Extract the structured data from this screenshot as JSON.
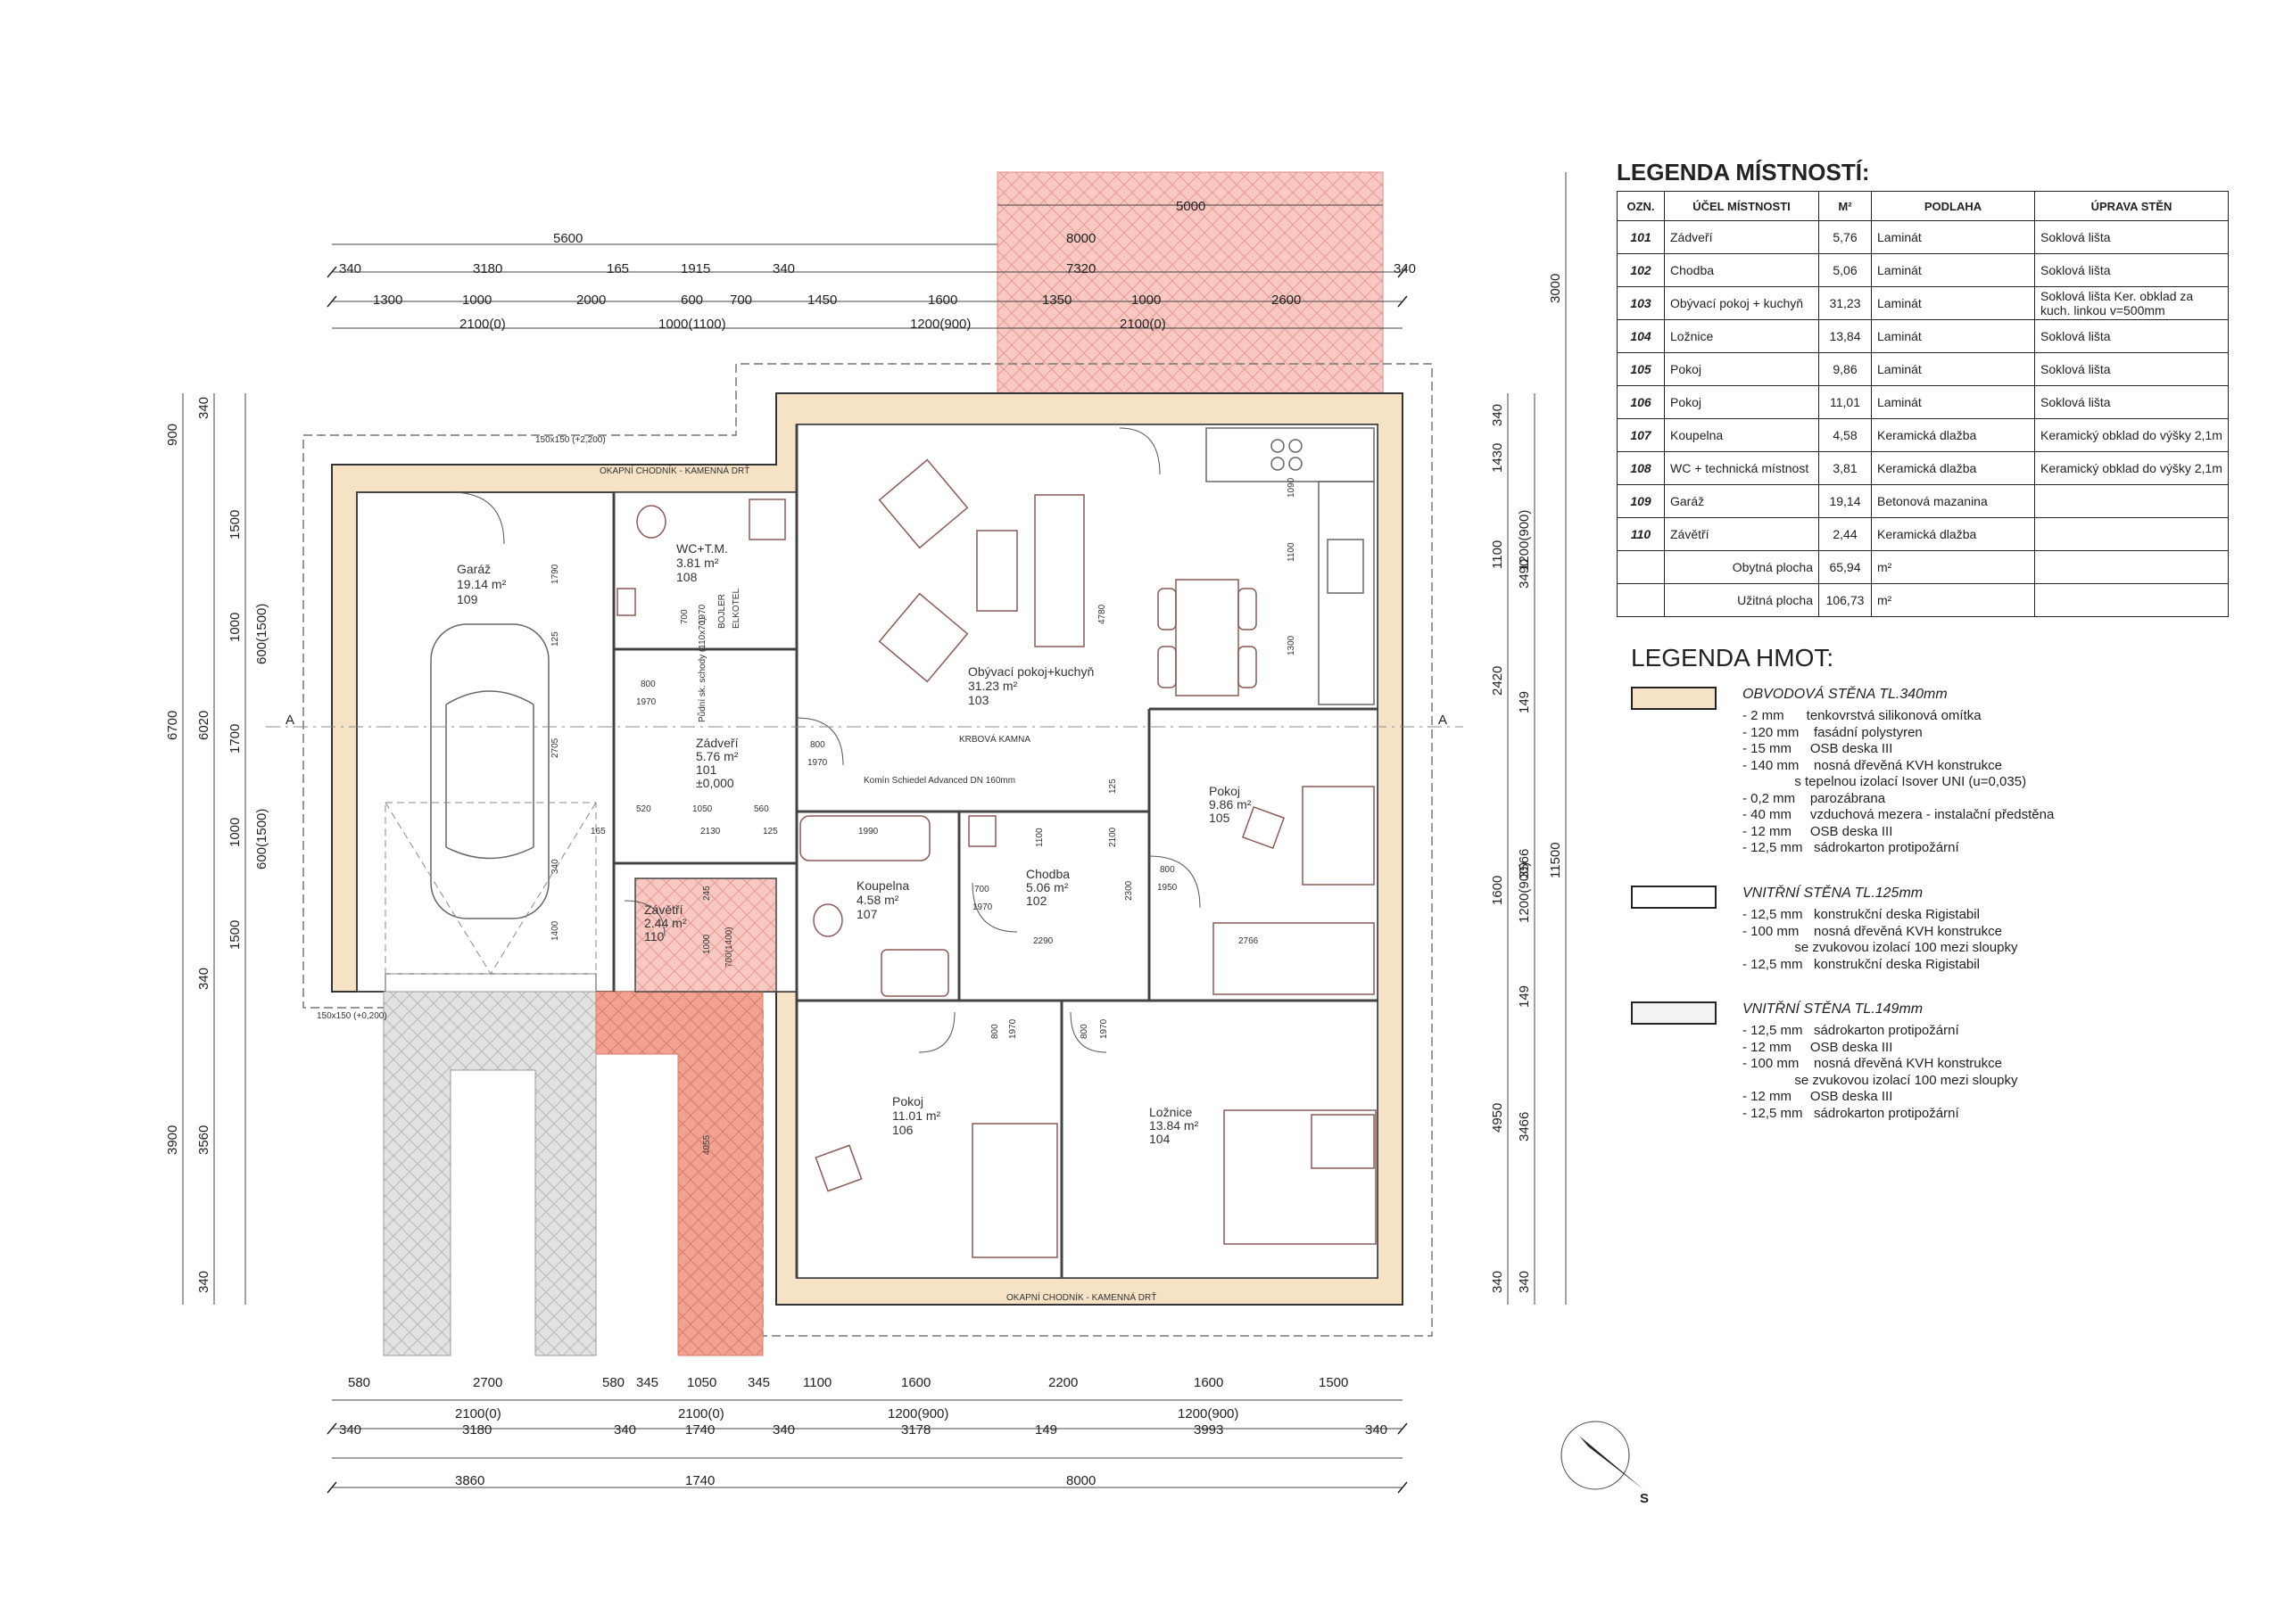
{
  "legend_rooms": {
    "title": "LEGENDA MÍSTNOSTÍ:",
    "headers": {
      "ozn": "OZN.",
      "ucel": "ÚČEL MÍSTNOSTI",
      "m2": "M²",
      "podlaha": "PODLAHA",
      "uprava": "ÚPRAVA STĚN"
    },
    "rows": [
      {
        "ozn": "101",
        "ucel": "Zádveří",
        "m2": "5,76",
        "podlaha": "Laminát",
        "uprava": "Soklová lišta"
      },
      {
        "ozn": "102",
        "ucel": "Chodba",
        "m2": "5,06",
        "podlaha": "Laminát",
        "uprava": "Soklová lišta"
      },
      {
        "ozn": "103",
        "ucel": "Obývací pokoj + kuchyň",
        "m2": "31,23",
        "podlaha": "Laminát",
        "uprava": "Soklová lišta Ker. obklad za kuch. linkou v=500mm"
      },
      {
        "ozn": "104",
        "ucel": "Ložnice",
        "m2": "13,84",
        "podlaha": "Laminát",
        "uprava": "Soklová lišta"
      },
      {
        "ozn": "105",
        "ucel": "Pokoj",
        "m2": "9,86",
        "podlaha": "Laminát",
        "uprava": "Soklová lišta"
      },
      {
        "ozn": "106",
        "ucel": "Pokoj",
        "m2": "11,01",
        "podlaha": "Laminát",
        "uprava": "Soklová lišta"
      },
      {
        "ozn": "107",
        "ucel": "Koupelna",
        "m2": "4,58",
        "podlaha": "Keramická dlažba",
        "uprava": "Keramický obklad do výšky 2,1m"
      },
      {
        "ozn": "108",
        "ucel": "WC + technická místnost",
        "m2": "3,81",
        "podlaha": "Keramická dlažba",
        "uprava": "Keramický obklad do výšky 2,1m"
      },
      {
        "ozn": "109",
        "ucel": "Garáž",
        "m2": "19,14",
        "podlaha": "Betonová mazanina",
        "uprava": ""
      },
      {
        "ozn": "110",
        "ucel": "Závětří",
        "m2": "2,44",
        "podlaha": "Keramická dlažba",
        "uprava": ""
      }
    ],
    "obytna_label": "Obytná plocha",
    "obytna_value": "65,94",
    "uzitna_label": "Užitná plocha",
    "uzitna_value": "106,73",
    "unit": "m²"
  },
  "legend_materials": {
    "title": "LEGENDA HMOT:",
    "items": [
      {
        "title": "OBVODOVÁ STĚNA TL.340mm",
        "color": "#f6e3c6",
        "layers": [
          "- 2 mm      tenkovrstvá silikonová omítka",
          "- 120 mm    fasádní polystyren",
          "- 15 mm     OSB deska III",
          "- 140 mm    nosná dřevěná KVH konstrukce",
          "              s tepelnou izolací Isover UNI (u=0,035)",
          "- 0,2 mm    parozábrana",
          "- 40 mm     vzduchová mezera - instalační předstěna",
          "- 12 mm     OSB deska III",
          "- 12,5 mm   sádrokarton protipožární"
        ]
      },
      {
        "title": "VNITŘNÍ STĚNA TL.125mm",
        "color": "#ffffff",
        "layers": [
          "- 12,5 mm   konstrukční deska Rigistabil",
          "- 100 mm    nosná dřevěná KVH konstrukce",
          "              se zvukovou izolací 100 mezi sloupky",
          "- 12,5 mm   konstrukční deska Rigistabil"
        ]
      },
      {
        "title": "VNITŘNÍ STĚNA TL.149mm",
        "color": "#f2f2f2",
        "layers": [
          "- 12,5 mm   sádrokarton protipožární",
          "- 12 mm     OSB deska III",
          "- 100 mm    nosná dřevěná KVH konstrukce",
          "              se zvukovou izolací 100 mezi sloupky",
          "- 12 mm     OSB deska III",
          "- 12,5 mm   sádrokarton protipožární"
        ]
      }
    ]
  },
  "plan": {
    "rooms": {
      "garaz": {
        "name": "Garáž",
        "area": "19.14 m²",
        "num": "109"
      },
      "wc": {
        "name": "WC+T.M.",
        "area": "3.81 m²",
        "num": "108"
      },
      "obyvaci": {
        "name": "Obývací pokoj+kuchyň",
        "area": "31.23 m²",
        "num": "103"
      },
      "zadveri": {
        "name": "Zádveří",
        "area": "5.76 m²",
        "num": "101",
        "level": "±0,000"
      },
      "pokoj105": {
        "name": "Pokoj",
        "area": "9.86 m²",
        "num": "105"
      },
      "koupelna": {
        "name": "Koupelna",
        "area": "4.58 m²",
        "num": "107"
      },
      "chodba": {
        "name": "Chodba",
        "area": "5.06 m²",
        "num": "102"
      },
      "zavetri": {
        "name": "Závětří",
        "area": "2.44 m²",
        "num": "110"
      },
      "pokoj106": {
        "name": "Pokoj",
        "area": "11.01 m²",
        "num": "106"
      },
      "loznice": {
        "name": "Ložnice",
        "area": "13.84 m²",
        "num": "104"
      }
    },
    "notes": {
      "okapni_top": "OKAPNÍ CHODNÍK - KAMENNÁ DRŤ",
      "okapni_bottom": "OKAPNÍ CHODNÍK - KAMENNÁ DRŤ",
      "komin": "Komín Schiedel Advanced DN 160mm",
      "kamna": "KRBOVÁ KAMNA",
      "bojler": "BOJLER",
      "elkotel": "ELKOTEL",
      "sachta": "Půdní sk. schody (110x70)",
      "corner_top": "150x150 (+2,200)",
      "corner_bottom": "150x150 (+0,200)",
      "section_left": "A",
      "section_right": "A",
      "north_letter": "S"
    },
    "dims_top": {
      "row1": [
        "5600",
        "5000"
      ],
      "row2": [
        "8000"
      ],
      "row3": [
        "340",
        "3180",
        "165",
        "1915",
        "340",
        "7320",
        "340"
      ],
      "row4": [
        "1300",
        "1000",
        "2000",
        "600",
        "700",
        "1450",
        "1600",
        "1350",
        "1000",
        "2600"
      ],
      "row5": [
        "2100(0)",
        "1000(1100)",
        "1200(900)",
        "2100(0)"
      ]
    },
    "dims_bottom": {
      "row1": [
        "580",
        "2700",
        "580",
        "345",
        "1050",
        "345",
        "1100",
        "1600",
        "2200",
        "1600",
        "1500"
      ],
      "row2": [
        "2100(0)",
        "2100(0)",
        "1200(900)",
        "1200(900)"
      ],
      "row3": [
        "340",
        "3180",
        "340",
        "1740",
        "340",
        "3178",
        "149",
        "3993",
        "340"
      ],
      "row4": [
        "3860",
        "1740",
        "8000"
      ]
    },
    "dims_left": {
      "outer": [
        "6700",
        "3900"
      ],
      "mid": [
        "6020",
        "3560",
        "340"
      ],
      "inner": [
        "900",
        "340",
        "1500",
        "1000",
        "1700",
        "1000",
        "1500",
        "340"
      ],
      "windows": [
        "600(1500)",
        "600(1500)"
      ]
    },
    "dims_right": {
      "outer": [
        "3000",
        "11500"
      ],
      "mid": [
        "3490",
        "3566",
        "3466",
        "340"
      ],
      "inner": [
        "340",
        "1430",
        "1100",
        "2420",
        "1600",
        "4950",
        "340",
        "149",
        "149"
      ],
      "windows": [
        "1200(900)",
        "1200(900)"
      ]
    },
    "dims_inner": [
      "1790",
      "125",
      "2705",
      "340",
      "1400",
      "800",
      "1970",
      "700",
      "1970",
      "800",
      "1970",
      "520",
      "1050",
      "560",
      "165",
      "2130",
      "125",
      "1990",
      "1100",
      "2100",
      "700",
      "1970",
      "2290",
      "2300",
      "800",
      "1950",
      "2766",
      "800",
      "1970",
      "800",
      "1970",
      "245",
      "1000",
      "700(1400)",
      "4055",
      "4780",
      "1090",
      "1100",
      "1300",
      "125"
    ]
  }
}
